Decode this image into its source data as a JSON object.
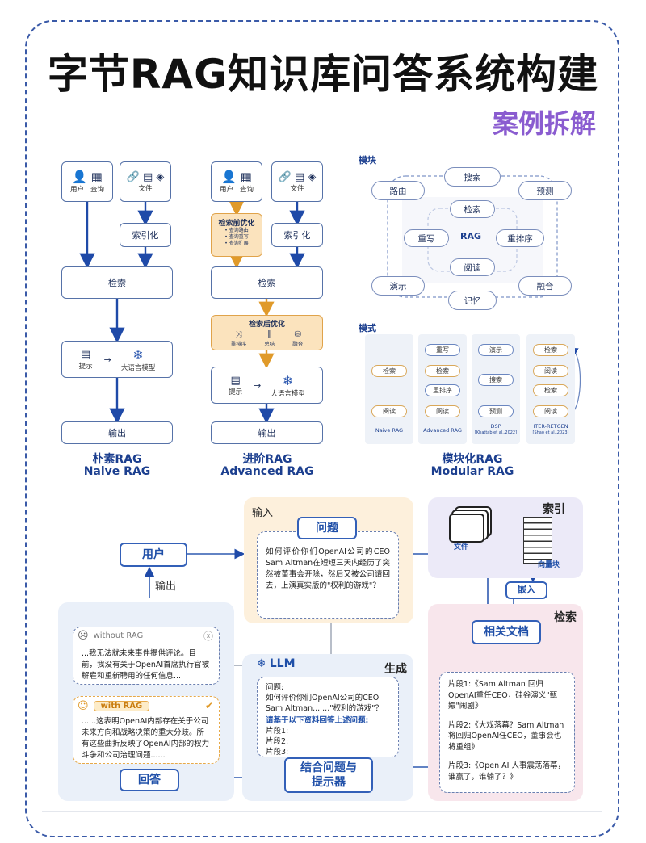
{
  "title": "字节RAG知识库问答系统构建",
  "subtitle": "案例拆解",
  "naive": {
    "user": "用户",
    "query": "查询",
    "file": "文件",
    "index": "索引化",
    "retrieve": "检索",
    "prompt": "提示",
    "llm": "大语言模型",
    "output": "输出",
    "label_cn": "朴素RAG",
    "label_en": "Naive RAG"
  },
  "advanced": {
    "user": "用户",
    "query": "查询",
    "file": "文件",
    "index": "索引化",
    "pre": "检索前优化",
    "pre_items": [
      "• 查询路由",
      "• 查询重写",
      "• 查询扩展"
    ],
    "retrieve": "检索",
    "post": "检索后优化",
    "post_items": [
      "重排序",
      "总结",
      "融合"
    ],
    "prompt": "提示",
    "llm": "大语言模型",
    "output": "输出",
    "label_cn": "进阶RAG",
    "label_en": "Advanced RAG"
  },
  "modular": {
    "modules_title": "模块",
    "search": "搜索",
    "route": "路由",
    "predict": "预测",
    "retrieve": "检索",
    "rewrite": "重写",
    "rag": "RAG",
    "rerank": "重排序",
    "read": "阅读",
    "demo": "演示",
    "fuse": "融合",
    "memory": "记忆",
    "patterns_title": "模式",
    "patterns": [
      {
        "name": "Naive RAG",
        "cite": "",
        "steps": [
          "检索",
          "阅读"
        ]
      },
      {
        "name": "Advanced RAG",
        "cite": "",
        "steps": [
          "重写",
          "检索",
          "重排序",
          "阅读"
        ]
      },
      {
        "name": "DSP",
        "cite": "[Khattab et al.,2022]",
        "steps": [
          "演示",
          "搜索",
          "预测"
        ]
      },
      {
        "name": "ITER-RETGEN",
        "cite": "[Shao et al.,2023]",
        "steps": [
          "检索",
          "阅读",
          "检索",
          "阅读"
        ]
      }
    ],
    "label_cn": "模块化RAG",
    "label_en": "Modular RAG"
  },
  "flow": {
    "input_label": "输入",
    "question_title": "问题",
    "question_text": "如何评价你们OpenAI公司的CEO Sam Altman在短短三天内经历了突然被董事会开除，然后又被公司请回去，上演真实版的\"权利的游戏\"？",
    "index_label": "索引",
    "files_label": "文件",
    "vector_label": "向量块",
    "embed_label": "嵌入",
    "user_label": "用户",
    "output_label": "输出",
    "retrieve_label": "检索",
    "docs_label": "相关文档",
    "chunks": [
      "片段1:《Sam Altman 回归 OpenAI重任CEO，硅谷演义\"甄嬛\"闹剧》",
      "片段2:《大戏落幕？Sam Altman将回归OpenAI任CEO，董事会也将重组》",
      "片段3:《Open AI 人事震荡落幕，谁赢了，谁输了？》"
    ],
    "generate_label": "生成",
    "llm_label": "LLM",
    "prompt_q_title": "问题:",
    "prompt_q_text": "如何评价你们OpenAI公司的CEO Sam Altman... ...\"权利的游戏\"？",
    "prompt_instr": "请基于以下资料回答上述问题:",
    "prompt_chunks": [
      "片段1:",
      "片段2:",
      "片段3:"
    ],
    "combine_label": "结合问题与\n提示器",
    "answer_label": "回答",
    "without_rag": "without RAG",
    "without_text": "...我无法就未来事件提供评论。目前，我没有关于OpenAI首席执行官被解雇和重新聘用的任何信息...",
    "with_rag": "with RAG",
    "with_text": "......这表明OpenAI内部存在关于公司未来方向和战略决策的重大分歧。所有这些曲折反映了OpenAI内部的权力斗争和公司治理问题......"
  },
  "colors": {
    "primary": "#2f5ab0",
    "accent": "#8a5cd0",
    "orange": "#e7a948",
    "pink": "#f8e6ec",
    "lavender": "#eceaf8",
    "cream": "#fdf0dc",
    "blue_bg": "#eaf0f9"
  }
}
